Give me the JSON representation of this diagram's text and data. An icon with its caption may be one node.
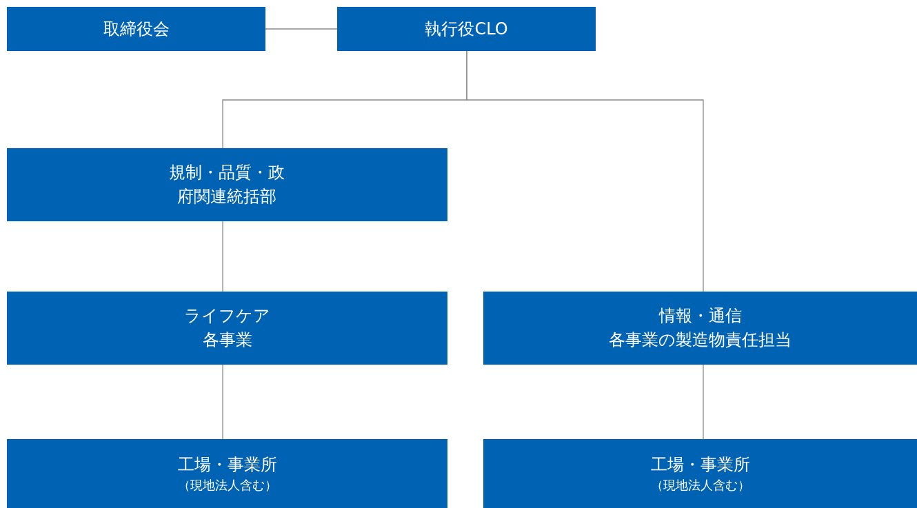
{
  "diagram": {
    "nodes": [
      {
        "text": [
          "取締役会"
        ]
      },
      {
        "text": [
          "執行役CLO"
        ]
      },
      {
        "text": [
          "規制・品質・政府関連統括部"
        ]
      },
      {
        "text": [
          "ライフケア",
          "各事業"
        ]
      },
      {
        "text": [
          "情報・通信",
          "各事業の製造物責任担当"
        ]
      },
      {
        "text": [
          "工場・事業所",
          "（現地法人含む）"
        ]
      },
      {
        "text": [
          "工場・事業所",
          "（現地法人含む）"
        ]
      }
    ],
    "edges": [
      {
        "from": 0,
        "to": 1,
        "arrow": "none"
      },
      {
        "from": 1,
        "to": 2,
        "arrow": "none"
      },
      {
        "from": 1,
        "to": 4,
        "arrow": "none"
      },
      {
        "from": 2,
        "to": 3,
        "arrow": "none"
      },
      {
        "from": 3,
        "to": 5,
        "arrow": "none"
      },
      {
        "from": 4,
        "to": 6,
        "arrow": "none"
      }
    ]
  }
}
